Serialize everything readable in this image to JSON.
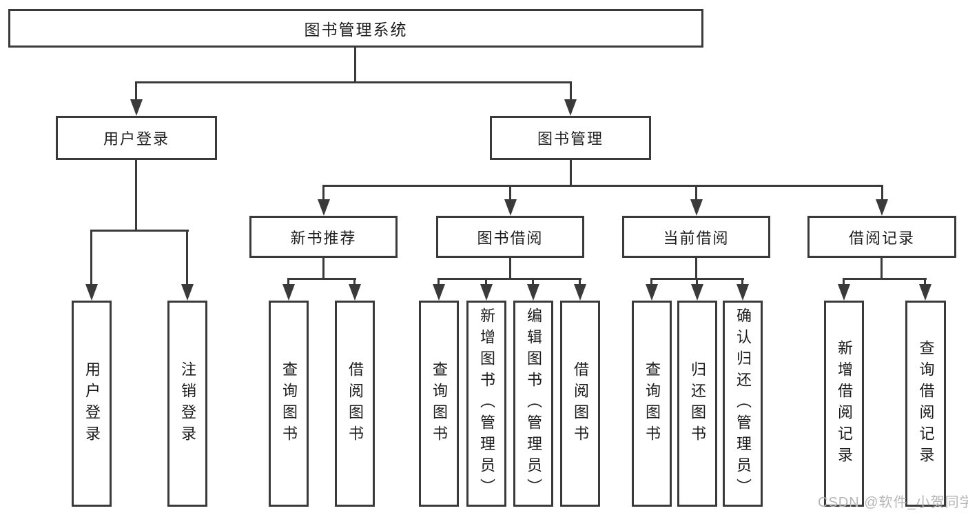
{
  "diagram": {
    "title": "图书管理系统",
    "watermark": "CSDN @软件_小贺同学",
    "colors": {
      "line": "#3a3a3a",
      "text": "#1c1c1c",
      "watermark": "#b6b6b6",
      "background": "#ffffff"
    },
    "nodes": {
      "root": {
        "label": "图书管理系统"
      },
      "user_login": {
        "label": "用户登录"
      },
      "book_management": {
        "label": "图书管理"
      },
      "new_book_recommend": {
        "label": "新书推荐"
      },
      "book_borrow": {
        "label": "图书借阅"
      },
      "current_borrow": {
        "label": "当前借阅"
      },
      "borrow_records": {
        "label": "借阅记录"
      },
      "leaves": {
        "user_login": {
          "label": "用户登录"
        },
        "logout": {
          "label": "注销登录"
        },
        "query_books_recommend": {
          "label": "查询图书"
        },
        "borrow_books_recommend": {
          "label": "借阅图书"
        },
        "query_books_borrow": {
          "label": "查询图书"
        },
        "add_books_admin": {
          "label": "新增图书（管理员）"
        },
        "edit_books_admin": {
          "label": "编辑图书（管理员）"
        },
        "borrow_books": {
          "label": "借阅图书"
        },
        "query_books_current": {
          "label": "查询图书"
        },
        "return_books": {
          "label": "归还图书"
        },
        "confirm_return_admin": {
          "label": "确认归还（管理员）"
        },
        "add_borrow_record": {
          "label": "新增借阅记录"
        },
        "query_borrow_record": {
          "label": "查询借阅记录"
        }
      }
    },
    "hierarchy": {
      "图书管理系统": {
        "用户登录": [
          "用户登录",
          "注销登录"
        ],
        "图书管理": {
          "新书推荐": [
            "查询图书",
            "借阅图书"
          ],
          "图书借阅": [
            "查询图书",
            "新增图书（管理员）",
            "编辑图书（管理员）",
            "借阅图书"
          ],
          "当前借阅": [
            "查询图书",
            "归还图书",
            "确认归还（管理员）"
          ],
          "借阅记录": [
            "新增借阅记录",
            "查询借阅记录"
          ]
        }
      }
    }
  }
}
